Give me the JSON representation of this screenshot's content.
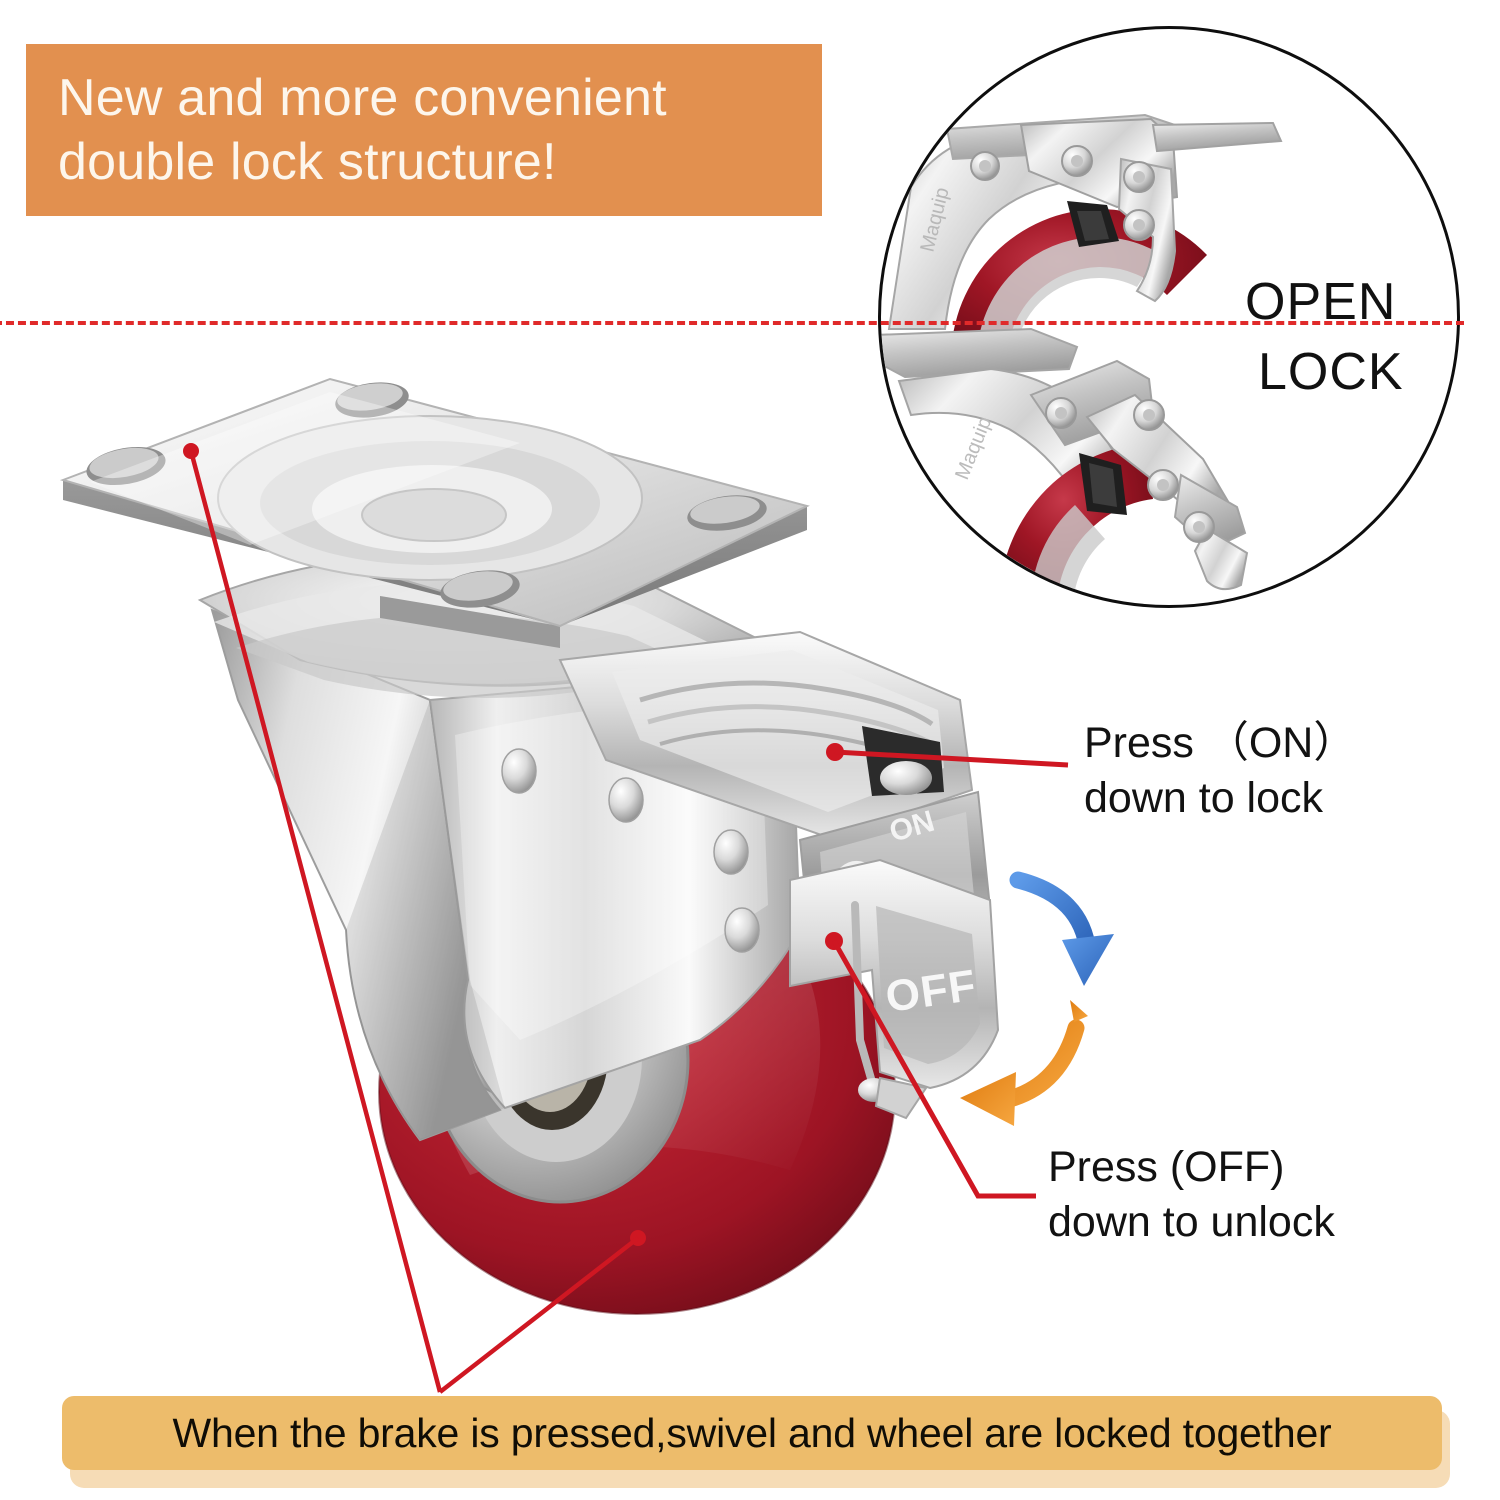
{
  "header": {
    "title": "New and more convenient\ndouble lock structure!",
    "background_color": "#e2904f",
    "text_color": "#fdf6ec"
  },
  "inset": {
    "name": "double-lock-detail-circle",
    "open_label": "OPEN",
    "lock_label": "LOCK",
    "divider_color": "#e02a2a",
    "border_color": "#0e0e0e",
    "brand_emboss": "Maquip"
  },
  "callouts": [
    {
      "id": "press-on",
      "text": "Press （ON）\ndown to lock",
      "pointer_color": "#cf1722"
    },
    {
      "id": "press-off",
      "text": "Press (OFF)\ndown to unlock",
      "pointer_color": "#cf1722"
    }
  ],
  "product": {
    "name": "swivel-caster-with-double-brake",
    "lever_on_label": "ON",
    "lever_off_label": "OFF",
    "wheel_color": "#a6192e",
    "wheel_highlight": "#d24252",
    "hub_color": "#c9c9c9",
    "metal_light": "#f2f2f2",
    "metal_mid": "#cfcfcf",
    "metal_dark": "#8d8d8d"
  },
  "arrows": {
    "down_arrow_color": "#3b7dd8",
    "up_arrow_color": "#ef8b21"
  },
  "footer": {
    "text": "When the brake is pressed,swivel and wheel are locked together",
    "background_color": "#edbc6b",
    "shadow_color": "#f6dcb6",
    "text_color": "#100d06"
  }
}
